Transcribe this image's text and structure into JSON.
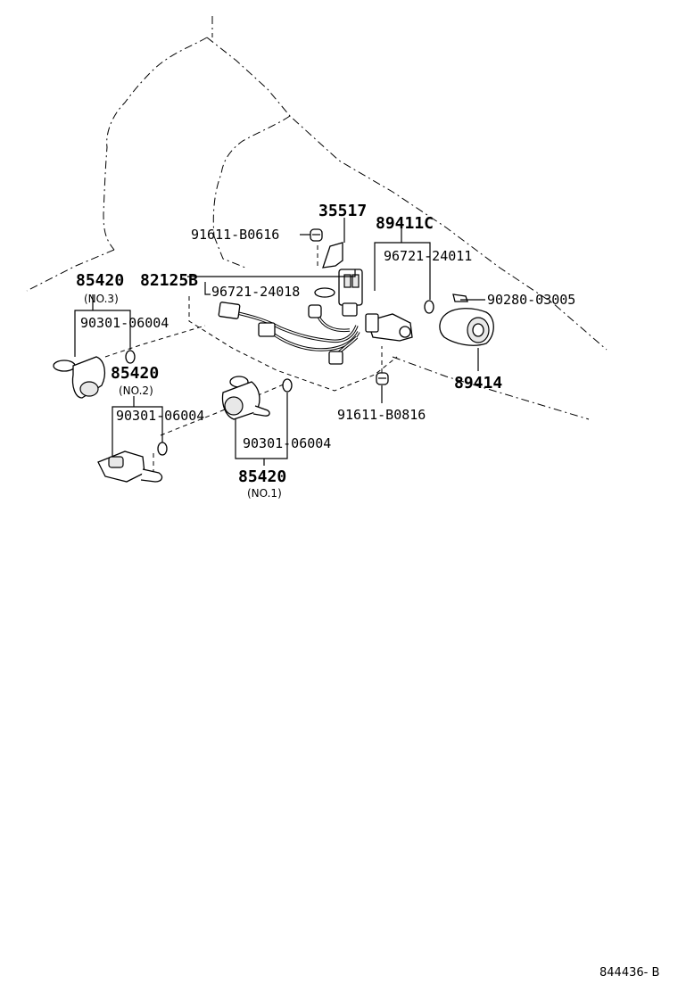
{
  "figure_code": "844436- B",
  "callouts": {
    "c35517": "35517",
    "c91611_b0616": "91611-B0616",
    "c89411c": "89411C",
    "c96721_24011": "96721-24011",
    "c90280_03005": "90280-03005",
    "c85420_no3": "85420",
    "c82125b": "82125B",
    "c96721_24018": "96721-24018",
    "c90301_06004_a": "90301-06004",
    "c85420_no2": "85420",
    "c90301_06004_b": "90301-06004",
    "c89414": "89414",
    "c91611_b0816": "91611-B0816",
    "c90301_06004_c": "90301-06004",
    "c85420_no1": "85420"
  },
  "sublabels": {
    "no3": "(NO.3)",
    "no2": "(NO.2)",
    "no1": "(NO.1)"
  }
}
